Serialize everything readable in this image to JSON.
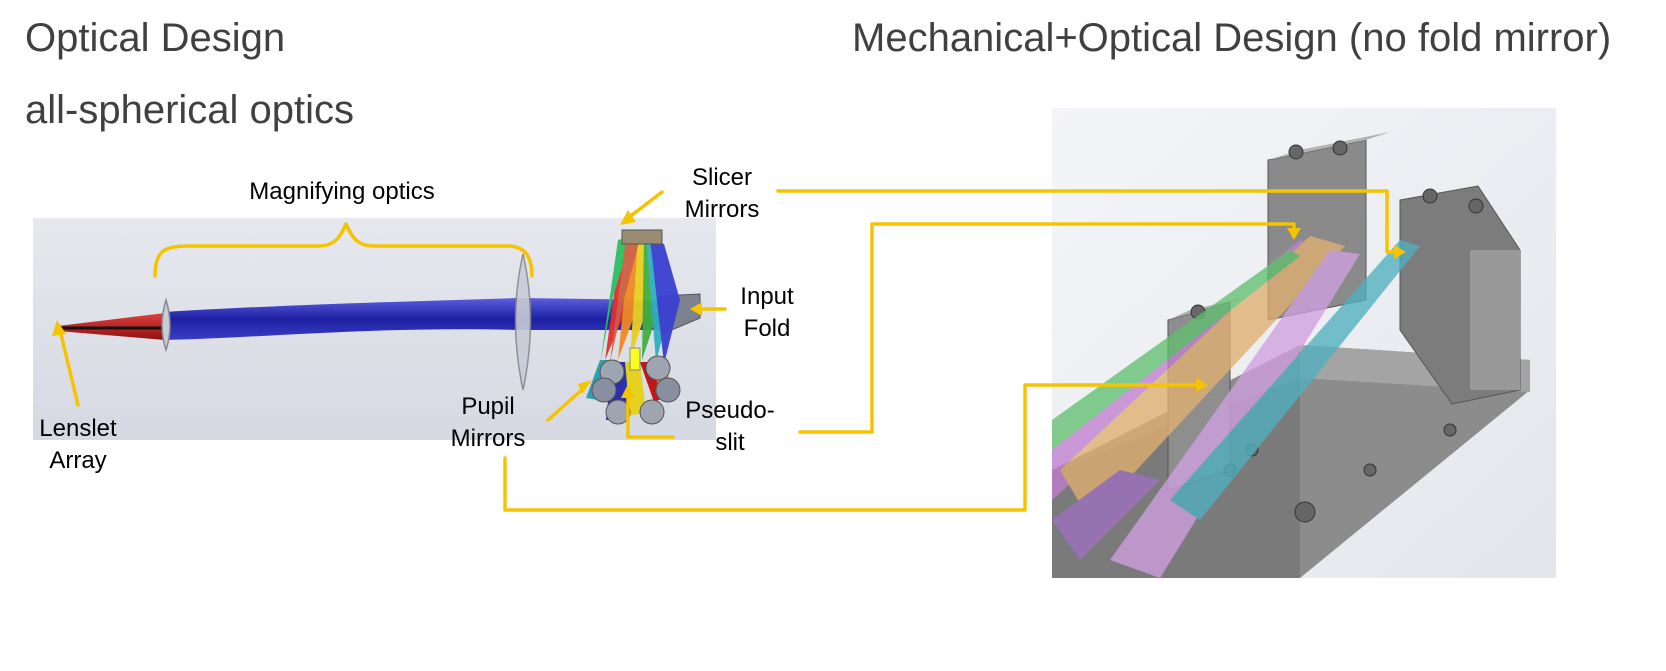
{
  "headings": {
    "left_title": "Optical Design",
    "left_subtitle": "all-spherical optics",
    "right_title": "Mechanical+Optical Design (no fold mirror)"
  },
  "labels": {
    "magnifying_optics": "Magnifying optics",
    "slicer_mirrors_1": "Slicer",
    "slicer_mirrors_2": "Mirrors",
    "input_fold_1": "Input",
    "input_fold_2": "Fold",
    "pseudo_slit_1": "Pseudo-",
    "pseudo_slit_2": "slit",
    "pupil_mirrors_1": "Pupil",
    "pupil_mirrors_2": "Mirrors",
    "lenslet_array_1": "Lenslet",
    "lenslet_array_2": "Array"
  },
  "colors": {
    "callout": "#f5c400",
    "heading_text": "#404040",
    "beam_blue": "#2b2fb0",
    "beam_red": "#c01818",
    "panel_bg": "#e2e5ec",
    "metal": "#8a8a8a"
  }
}
